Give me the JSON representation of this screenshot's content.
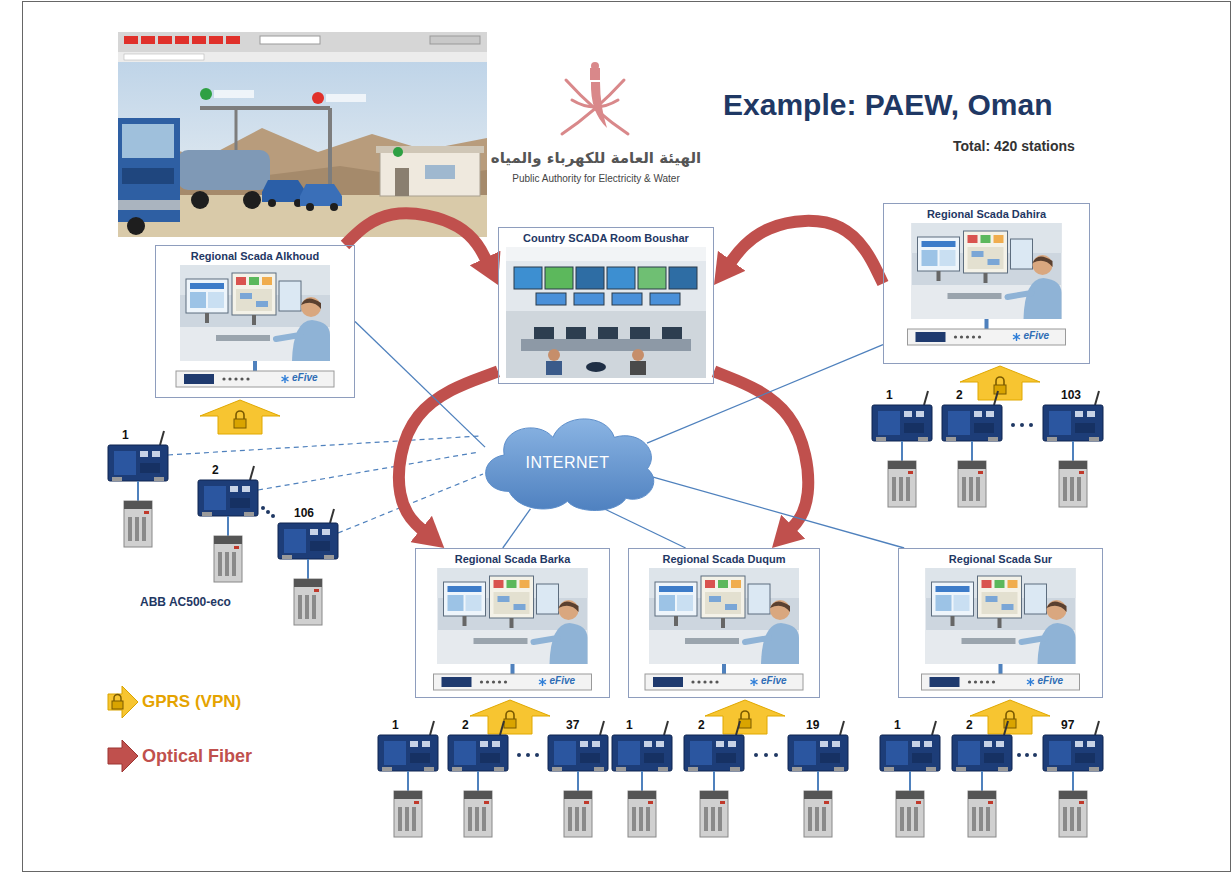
{
  "diagram": {
    "title": "Example: PAEW, Oman",
    "nodes": [
      {
        "text": [
          "Regional Scada Alkhoud"
        ]
      },
      {
        "text": [
          "Country SCADA Room Boushar"
        ]
      },
      {
        "text": [
          "Regional Scada Dahira"
        ]
      },
      {
        "text": [
          "Regional Scada Barka"
        ]
      },
      {
        "text": [
          "Regional Scada Duqum"
        ]
      },
      {
        "text": [
          "Regional Scada Sur"
        ]
      },
      {
        "text": [
          "INTERNET"
        ]
      }
    ],
    "edges": [
      {
        "from": 0,
        "to": 1,
        "arrow": "to"
      },
      {
        "from": 2,
        "to": 1,
        "arrow": "to"
      },
      {
        "from": 1,
        "to": 3,
        "arrow": "to"
      },
      {
        "from": 1,
        "to": 4,
        "arrow": "to"
      },
      {
        "from": 0,
        "to": 6,
        "arrow": "none"
      },
      {
        "from": 2,
        "to": 6,
        "arrow": "none"
      },
      {
        "from": 6,
        "to": 3,
        "arrow": "none"
      },
      {
        "from": 6,
        "to": 4,
        "arrow": "none"
      },
      {
        "from": 6,
        "to": 5,
        "arrow": "none"
      }
    ],
    "labels": [
      "Total: 420 stations",
      "الهيئة العامة للكهرباء والمياه",
      "Public Authority for Electricity & Water",
      "eFive",
      "1",
      "2",
      "106",
      "ABB AC500-eco",
      "eFive",
      "1",
      "2",
      "103",
      "eFive",
      "1",
      "2",
      "37",
      "eFive",
      "1",
      "2",
      "19",
      "eFive",
      "1",
      "2",
      "97"
    ],
    "legend": [
      {
        "text": "GPRS (VPN)"
      },
      {
        "text": "Optical Fiber"
      }
    ]
  }
}
